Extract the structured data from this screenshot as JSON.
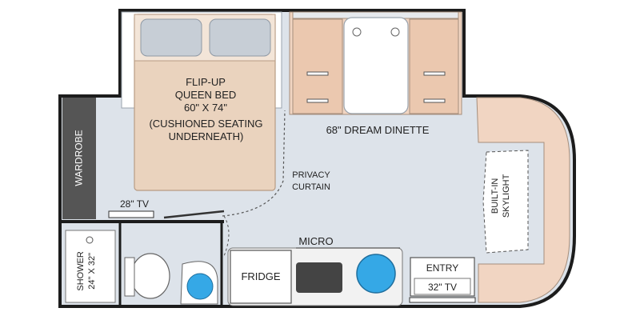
{
  "labels": {
    "bed_line1": "FLIP-UP",
    "bed_line2": "QUEEN BED",
    "bed_line3": "60\" X 74\"",
    "bed_line4": "(CUSHIONED SEATING",
    "bed_line5": "UNDERNEATH)",
    "dinette": "68\" DREAM DINETTE",
    "wardrobe": "WARDROBE",
    "tv_28": "28\" TV",
    "privacy_line1": "PRIVACY",
    "privacy_line2": "CURTAIN",
    "micro": "MICRO",
    "fridge": "FRIDGE",
    "entry": "ENTRY",
    "tv_32": "32\" TV",
    "skylight_line1": "BUILT-IN",
    "skylight_line2": "SKYLIGHT",
    "shower_line1": "SHOWER",
    "shower_line2": "24\" X 32\""
  },
  "colors": {
    "floor": "#dde3ea",
    "wall": "#1c1c1c",
    "cabinet": "#f1d5c2",
    "bed": "#ead3be",
    "pillow": "#c7ced6",
    "wardrobe": "#555555",
    "sink_blue": "#35a8e6",
    "stove": "#444444",
    "counter": "#f2f2f2"
  }
}
